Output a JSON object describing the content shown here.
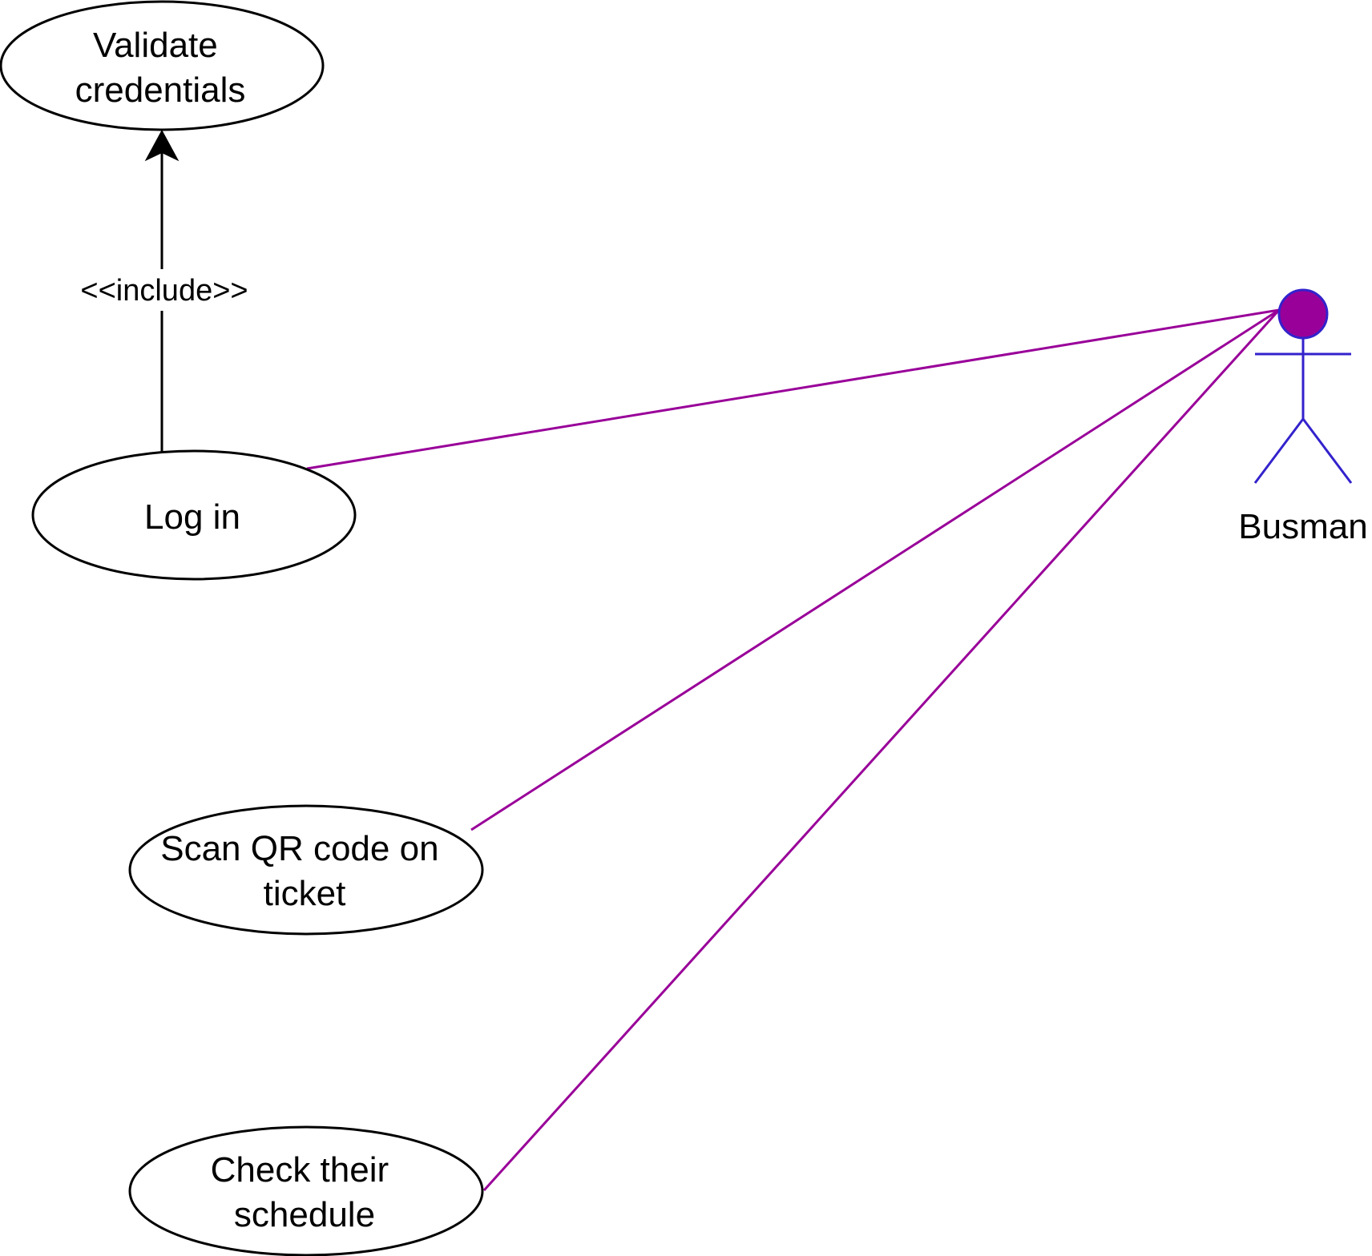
{
  "diagram": {
    "use_cases": {
      "validate": {
        "lines": [
          "Validate",
          "credentials"
        ]
      },
      "login": {
        "lines": [
          "Log in"
        ]
      },
      "scan": {
        "lines": [
          "Scan QR code on",
          "ticket"
        ]
      },
      "schedule": {
        "lines": [
          "Check  their",
          "schedule"
        ]
      }
    },
    "actor": {
      "name": "Busman",
      "head_fill": "#990099",
      "stroke": "#3322cc"
    },
    "include_label": "<<include>>",
    "colors": {
      "association": "#990099",
      "outline": "#000000"
    }
  }
}
